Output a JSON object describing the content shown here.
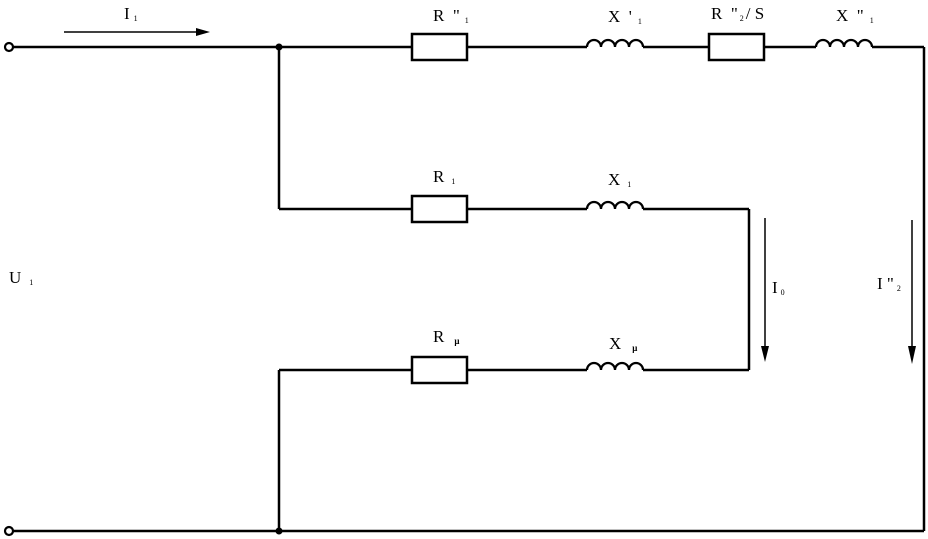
{
  "labels": {
    "i1": {
      "main": "I",
      "sub": "1"
    },
    "u1": {
      "main": "U",
      "sub": "1"
    },
    "r_top": {
      "main": "R  \"",
      "sub": "1"
    },
    "x_top1": {
      "main": "X  '",
      "sub": "1"
    },
    "r_top2": {
      "main": "R  \"",
      "sub": "2",
      "tail": "/ S"
    },
    "x_top2": {
      "main": "X  \"",
      "sub": "1"
    },
    "r_mid": {
      "main": "R",
      "sub": "1"
    },
    "x_mid": {
      "main": "X",
      "sub": "1"
    },
    "r_low": {
      "main": "R",
      "sub": "μ"
    },
    "x_low": {
      "main": "X",
      "sub": "μ"
    },
    "i0": {
      "main": "I",
      "sub": "0"
    },
    "i2": {
      "main": "I \"",
      "sub": "2"
    }
  }
}
